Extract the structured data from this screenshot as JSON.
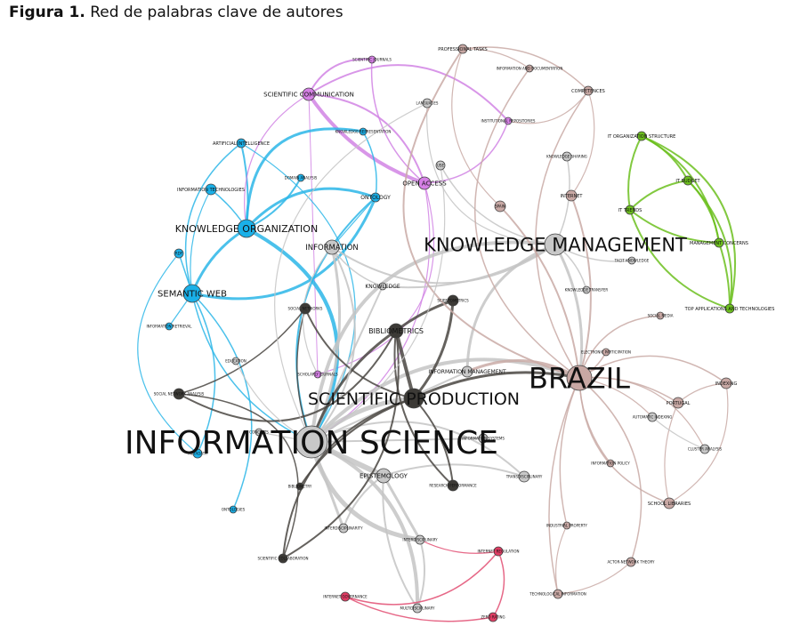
{
  "figure": {
    "label": "Figura 1.",
    "caption": "Red de palabras clave de autores"
  },
  "colors": {
    "blue": "#1ab0e8",
    "violet": "#d680e6",
    "pink": "#c8a8a4",
    "green": "#6cbf1e",
    "dark": "#3c3a36",
    "gray": "#c8c8c8",
    "red": "#e03c63"
  },
  "nodes": [
    {
      "id": "information-science",
      "label": "INFORMATION SCIENCE",
      "group": "gray"
    },
    {
      "id": "brazil",
      "label": "BRAZIL",
      "group": "pink"
    },
    {
      "id": "knowledge-management",
      "label": "KNOWLEDGE MANAGEMENT",
      "group": "gray"
    },
    {
      "id": "scientific-production",
      "label": "SCIENTIFIC PRODUCTION",
      "group": "dark"
    },
    {
      "id": "knowledge-organization",
      "label": "KNOWLEDGE ORGANIZATION",
      "group": "blue"
    },
    {
      "id": "semantic-web",
      "label": "SEMANTIC WEB",
      "group": "blue"
    },
    {
      "id": "information",
      "label": "INFORMATION",
      "group": "gray"
    },
    {
      "id": "bibliometrics",
      "label": "BIBLIOMETRICS",
      "group": "dark"
    },
    {
      "id": "scientific-communication",
      "label": "SCIENTIFIC COMMUNICATION",
      "group": "violet"
    },
    {
      "id": "open-access",
      "label": "OPEN ACCESS",
      "group": "violet"
    },
    {
      "id": "ontology",
      "label": "ONTOLOGY",
      "group": "blue"
    },
    {
      "id": "knowledge",
      "label": "KNOWLEDGE",
      "group": "gray"
    },
    {
      "id": "information-management",
      "label": "INFORMATION MANAGEMENT",
      "group": "gray"
    },
    {
      "id": "epistemology",
      "label": "EPISTEMOLOGY",
      "group": "gray"
    },
    {
      "id": "artificial-intelligence",
      "label": "ARTIFICIAL INTELLIGENCE",
      "group": "blue"
    },
    {
      "id": "information-technologies",
      "label": "INFORMATION TECHNOLOGIES",
      "group": "blue"
    },
    {
      "id": "domain-analysis",
      "label": "DOMAIN ANALYSIS",
      "group": "blue"
    },
    {
      "id": "knowledge-representation",
      "label": "KNOWLEDGE REPRESENTATION",
      "group": "blue"
    },
    {
      "id": "scientific-journals",
      "label": "SCIENTIFIC JOURNALS",
      "group": "violet"
    },
    {
      "id": "institutional-repositories",
      "label": "INSTITUTIONAL REPOSITORIES",
      "group": "violet"
    },
    {
      "id": "scholarly-journals",
      "label": "SCHOLARLY JOURNALS",
      "group": "violet"
    },
    {
      "id": "professional-tasks",
      "label": "PROFESSIONAL TASKS",
      "group": "pink"
    },
    {
      "id": "information-and-documentation",
      "label": "INFORMATION AND DOCUMENTATION",
      "group": "pink"
    },
    {
      "id": "competences",
      "label": "COMPETENCES",
      "group": "pink"
    },
    {
      "id": "languages",
      "label": "LANGUAGES",
      "group": "gray"
    },
    {
      "id": "use",
      "label": "USE",
      "group": "gray"
    },
    {
      "id": "knowledge-sharing",
      "label": "KNOWLEDGE SHARING",
      "group": "gray"
    },
    {
      "id": "internet",
      "label": "INTERNET",
      "group": "pink"
    },
    {
      "id": "spain",
      "label": "SPAIN",
      "group": "pink"
    },
    {
      "id": "tacit-knowledge",
      "label": "TACIT KNOWLEDGE",
      "group": "gray"
    },
    {
      "id": "knowledge-transfer",
      "label": "KNOWLEDGE TRANSFER",
      "group": "gray"
    },
    {
      "id": "it-organization-structure",
      "label": "IT ORGANIZATION STRUCTURE",
      "group": "green"
    },
    {
      "id": "it-budget",
      "label": "IT BUDGET",
      "group": "green"
    },
    {
      "id": "it-trends",
      "label": "IT TRENDS",
      "group": "green"
    },
    {
      "id": "management-concerns",
      "label": "MANAGEMENT CONCERNS",
      "group": "green"
    },
    {
      "id": "top-applications-and-technologies",
      "label": "TOP APPLICATIONS AND TECHNOLOGIES",
      "group": "green"
    },
    {
      "id": "social-media",
      "label": "SOCIAL MEDIA",
      "group": "pink"
    },
    {
      "id": "electronic-participation",
      "label": "ELECTRONIC PARTICIPATION",
      "group": "pink"
    },
    {
      "id": "indexing",
      "label": "INDEXING",
      "group": "pink"
    },
    {
      "id": "portugal",
      "label": "PORTUGAL",
      "group": "pink"
    },
    {
      "id": "automatic-indexing",
      "label": "AUTOMATIC INDEXING",
      "group": "gray"
    },
    {
      "id": "cluster-analysis",
      "label": "CLUSTER ANALYSIS",
      "group": "gray"
    },
    {
      "id": "information-policy",
      "label": "INFORMATION POLICY",
      "group": "pink"
    },
    {
      "id": "school-libraries",
      "label": "SCHOOL LIBRARIES",
      "group": "pink"
    },
    {
      "id": "industrial-property",
      "label": "INDUSTRIAL PROPERTY",
      "group": "pink"
    },
    {
      "id": "actor-network-theory",
      "label": "ACTOR-NETWORK THEORY",
      "group": "pink"
    },
    {
      "id": "technological-information",
      "label": "TECHNOLOGICAL INFORMATION",
      "group": "pink"
    },
    {
      "id": "scientometrics",
      "label": "SCIENTOMETRICS",
      "group": "dark"
    },
    {
      "id": "social-networks",
      "label": "SOCIAL NETWORKS",
      "group": "dark"
    },
    {
      "id": "social-network-analysis",
      "label": "SOCIAL NETWORK ANALYSIS",
      "group": "dark"
    },
    {
      "id": "rdf",
      "label": "RDF",
      "group": "blue"
    },
    {
      "id": "information-retrieval",
      "label": "INFORMATION RETRIEVAL",
      "group": "blue"
    },
    {
      "id": "education",
      "label": "EDUCATION",
      "group": "gray"
    },
    {
      "id": "concepts",
      "label": "CONCEPTS",
      "group": "gray"
    },
    {
      "id": "metadata",
      "label": "METADATA",
      "group": "blue"
    },
    {
      "id": "ontologies",
      "label": "ONTOLOGIES",
      "group": "blue"
    },
    {
      "id": "bibliometry",
      "label": "BIBLIOMETRY",
      "group": "dark"
    },
    {
      "id": "research-performance",
      "label": "RESEARCH PERFORMANCE",
      "group": "dark"
    },
    {
      "id": "transdisciplinary",
      "label": "TRANSDISCIPLINARY",
      "group": "gray"
    },
    {
      "id": "interdisciplinarity",
      "label": "INTERDISCIPLINARITY",
      "group": "gray"
    },
    {
      "id": "interdisciplinary",
      "label": "INTERDISCIPLINARY",
      "group": "gray"
    },
    {
      "id": "scientific-collaboration",
      "label": "SCIENTIFIC COLLABORATION",
      "group": "dark"
    },
    {
      "id": "internet-regulation",
      "label": "INTERNET REGULATION",
      "group": "red"
    },
    {
      "id": "internet-governance",
      "label": "INTERNET GOVERNANCE",
      "group": "red"
    },
    {
      "id": "multidisciplinary",
      "label": "MULTIDISCIPLINARY",
      "group": "gray"
    },
    {
      "id": "zero-rating",
      "label": "ZERO RATING",
      "group": "red"
    },
    {
      "id": "information-systems",
      "label": "INFORMATION SYSTEMS",
      "group": "gray"
    }
  ]
}
